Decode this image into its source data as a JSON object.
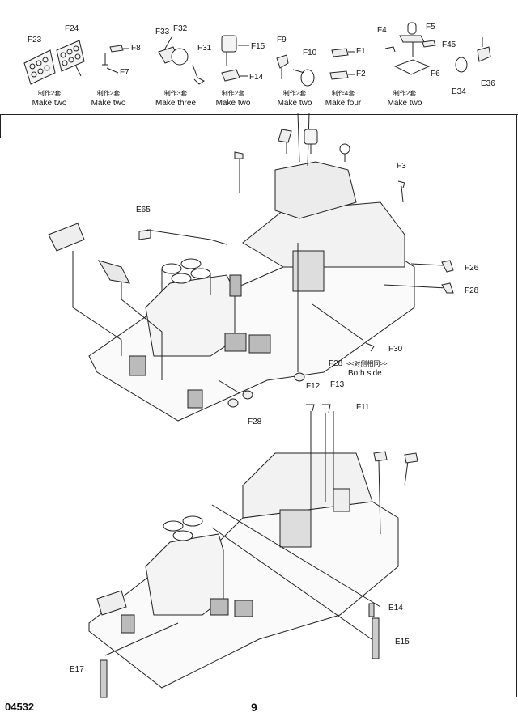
{
  "subassemblies": [
    {
      "parts": [
        "F23",
        "F24"
      ],
      "cn": "制作2套",
      "en": "Make two"
    },
    {
      "parts": [
        "F8",
        "F7"
      ],
      "cn": "制作2套",
      "en": "Make two"
    },
    {
      "parts": [
        "F33",
        "F32",
        "F31"
      ],
      "cn": "制作3套",
      "en": "Make three"
    },
    {
      "parts": [
        "F15",
        "F14"
      ],
      "cn": "制作2套",
      "en": "Make two"
    },
    {
      "parts": [
        "F9",
        "F10"
      ],
      "cn": "制作2套",
      "en": "Make two"
    },
    {
      "parts": [
        "F1",
        "F2"
      ],
      "cn": "制作4套",
      "en": "Make four"
    },
    {
      "parts": [
        "F4",
        "F5",
        "F45",
        "F6"
      ],
      "cn": "制作2套",
      "en": "Make two"
    },
    {
      "parts": [
        "E34",
        "E36"
      ],
      "cn": "",
      "en": ""
    }
  ],
  "upper_callouts": {
    "e65": "E65",
    "f3": "F3",
    "f26": "F26",
    "f28_right": "F28",
    "f30": "F30",
    "f28_both": "F28",
    "f28_both_cn": "<<对侧相同>>",
    "f28_both_en": "Both side",
    "f28_bottom": "F28"
  },
  "lower_callouts": {
    "f12": "F12",
    "f13": "F13",
    "f11": "F11",
    "e14": "E14",
    "e15": "E15",
    "e17": "E17"
  },
  "footer": {
    "code": "04532",
    "page": "9"
  }
}
